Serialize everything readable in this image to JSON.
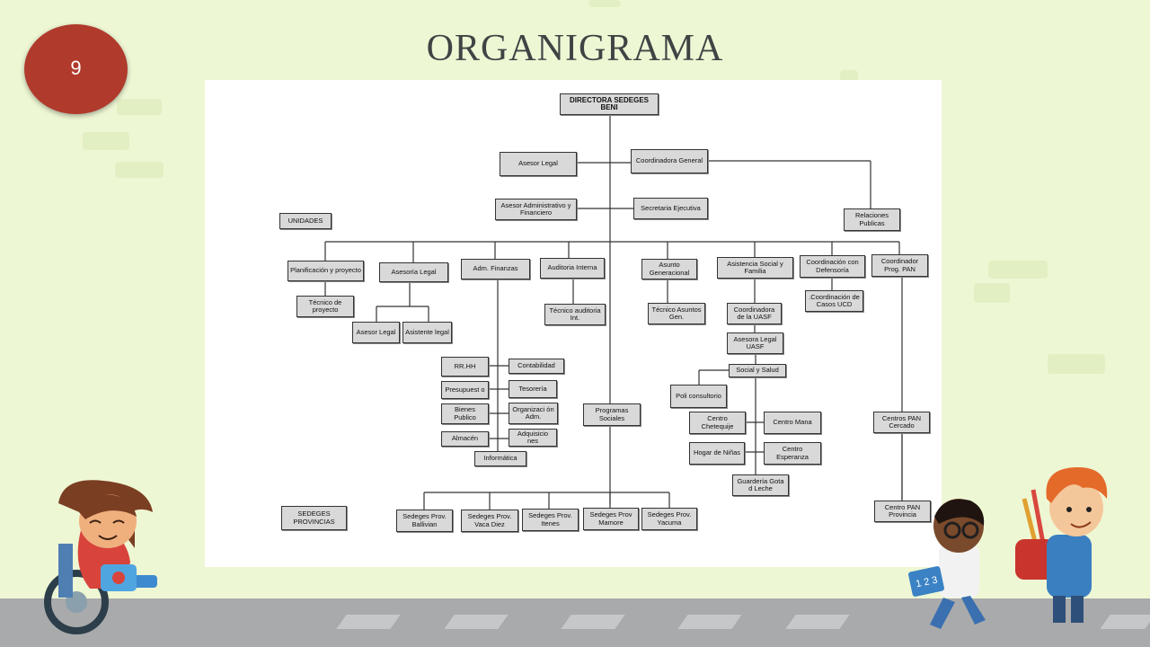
{
  "slide": {
    "number": "9",
    "title": "ORGANIGRAMA"
  },
  "nodes": [
    {
      "id": "dir",
      "label": "DIRECTORA SEDEGES BENI"
    },
    {
      "id": "asesor_legal",
      "label": "Asesor Legal"
    },
    {
      "id": "coord_gral",
      "label": "Coordinadora General"
    },
    {
      "id": "asesor_adm",
      "label": "Asesor Administrativo y Financiero"
    },
    {
      "id": "secretaria",
      "label": "Secretaria Ejecutiva"
    },
    {
      "id": "relaciones",
      "label": "Relaciones Publicas"
    },
    {
      "id": "unidades",
      "label": "UNIDADES"
    },
    {
      "id": "planif",
      "label": "Planificación y proyecto"
    },
    {
      "id": "aseso_legal",
      "label": "Asesoría Legal"
    },
    {
      "id": "adm_fin",
      "label": "Adm. Finanzas"
    },
    {
      "id": "auditoria",
      "label": "Auditoria Interna"
    },
    {
      "id": "asunto_gen",
      "label": "Asunto Generacional"
    },
    {
      "id": "asist_social",
      "label": "Asistencia Social y Familia"
    },
    {
      "id": "coord_def",
      "label": "Coordinación con Defensoría"
    },
    {
      "id": "coord_pan",
      "label": "Coordinador Prog. PAN"
    },
    {
      "id": "tec_proy",
      "label": "Técnico de proyecto"
    },
    {
      "id": "asesor_legal2",
      "label": "Asesor Legal"
    },
    {
      "id": "asist_legal",
      "label": "Asistente legal"
    },
    {
      "id": "tec_aud",
      "label": "Técnico auditoria Int."
    },
    {
      "id": "tec_asuntos",
      "label": "Técnico Asuntos Gen."
    },
    {
      "id": "coord_uasf",
      "label": "Coordinadora de la UASF"
    },
    {
      "id": "coord_ucd",
      "label": ".Coordinación de Casos UCD"
    },
    {
      "id": "asesora_uasf",
      "label": "Asesora Legal UASF"
    },
    {
      "id": "social_salud",
      "label": "Social y Salud"
    },
    {
      "id": "poli",
      "label": "Poli consultorio"
    },
    {
      "id": "c_chete",
      "label": "Centro Chetequije"
    },
    {
      "id": "c_mana",
      "label": "Centro Mana"
    },
    {
      "id": "hogar",
      "label": "Hogar de Niñas"
    },
    {
      "id": "c_esper",
      "label": "Centro Esperanza"
    },
    {
      "id": "guarderia",
      "label": "Guardería Gota d Leche"
    },
    {
      "id": "rrhh",
      "label": "RR.HH"
    },
    {
      "id": "contab",
      "label": "Contabilidad"
    },
    {
      "id": "presup",
      "label": "Presupuest o"
    },
    {
      "id": "tesoreria",
      "label": "Tesorería"
    },
    {
      "id": "bienes",
      "label": "Bienes Publico"
    },
    {
      "id": "organiz",
      "label": "Organizaci ón Adm."
    },
    {
      "id": "almacen",
      "label": "Almacén"
    },
    {
      "id": "adquis",
      "label": "Adquisicio nes"
    },
    {
      "id": "informatica",
      "label": "Informática"
    },
    {
      "id": "programas",
      "label": "Programas Sociales"
    },
    {
      "id": "pan_cercado",
      "label": "Centros PAN Cercado"
    },
    {
      "id": "pan_prov",
      "label": "Centro PAN Provincia"
    },
    {
      "id": "sedeges_provincias",
      "label": "SEDEGES PROVINCIAS"
    },
    {
      "id": "ballivian",
      "label": "Sedeges Prov. Ballivian"
    },
    {
      "id": "vaca_diez",
      "label": "Sedeges Prov. Vaca Diez"
    },
    {
      "id": "itenes",
      "label": "Sedeges Prov. Itenes"
    },
    {
      "id": "mamore",
      "label": "Sedeges Prov Mamore"
    },
    {
      "id": "yacuma",
      "label": "Sedeges Prov. Yacuma"
    }
  ]
}
